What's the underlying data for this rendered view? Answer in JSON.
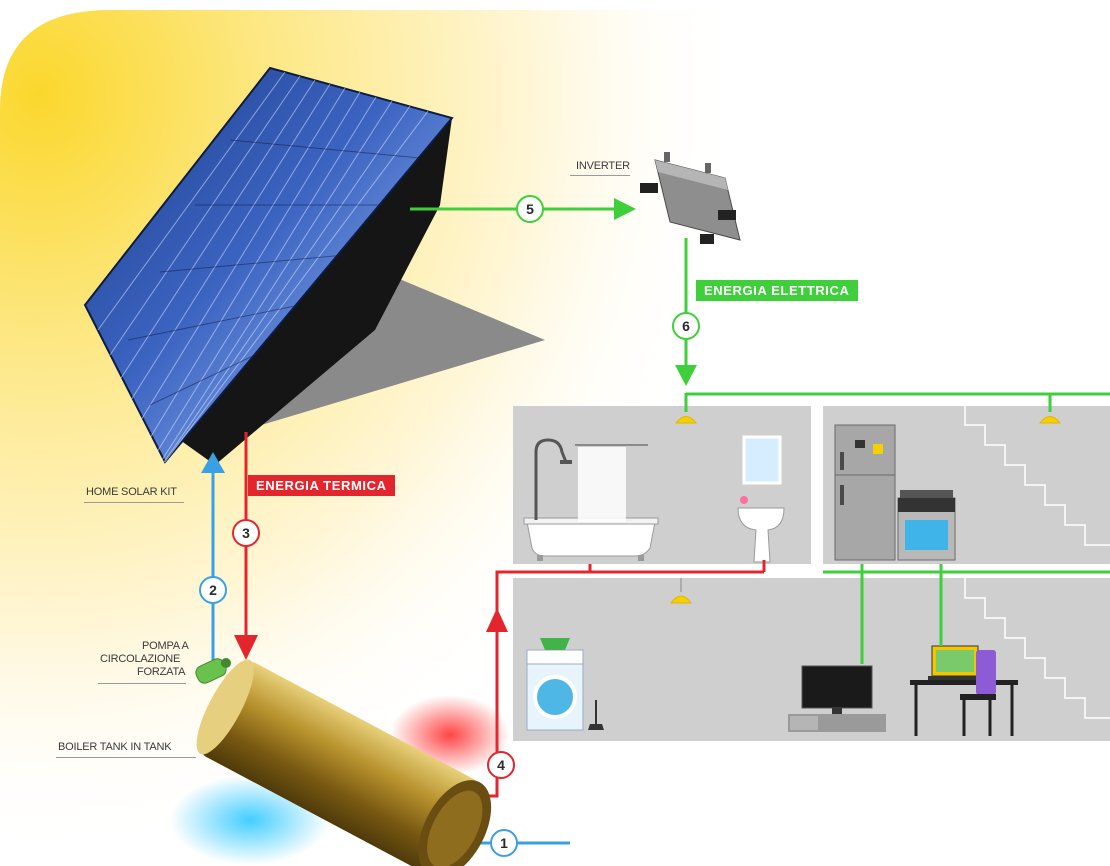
{
  "labels": {
    "inverter": "INVERTER",
    "home_solar_kit": "HOME SOLAR KIT",
    "pump_line1": "POMPA A",
    "pump_line2": "CIRCOLAZIONE",
    "pump_line3": "FORZATA",
    "boiler": "BOILER TANK IN TANK"
  },
  "tags": {
    "electric": "ENERGIA ELETTRICA",
    "thermal": "ENERGIA TERMICA"
  },
  "steps": [
    "1",
    "2",
    "3",
    "4",
    "5",
    "6"
  ],
  "colors": {
    "electric": "#3ecf3a",
    "thermal": "#e3262d",
    "water": "#3aa0e6",
    "house": "#cfcfcf",
    "background_glow": "#fbd72d"
  }
}
